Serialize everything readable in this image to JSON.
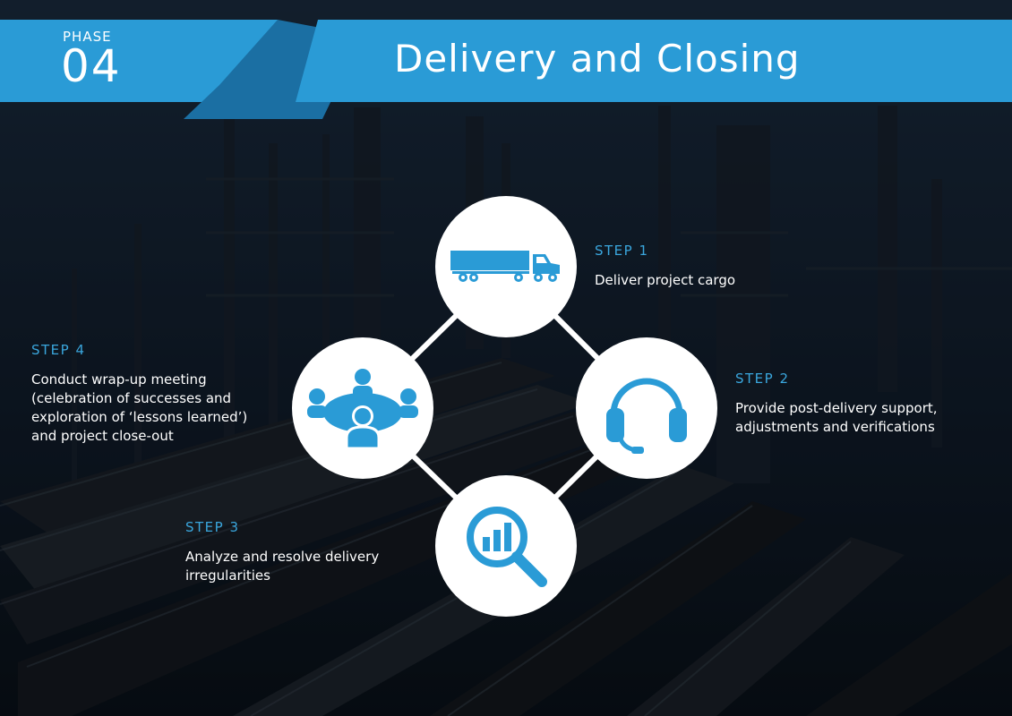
{
  "header": {
    "phase_label": "PHASE",
    "phase_number": "04",
    "title": "Delivery and Closing"
  },
  "steps": [
    {
      "label": "STEP 1",
      "text": "Deliver project cargo",
      "icon": "truck-icon"
    },
    {
      "label": "STEP 2",
      "text": "Provide post-delivery support,\nadjustments and verifications",
      "icon": "headset-icon"
    },
    {
      "label": "STEP 3",
      "text": "Analyze and resolve delivery\nirregularities",
      "icon": "magnifier-chart-icon"
    },
    {
      "label": "STEP 4",
      "text": "Conduct wrap-up meeting\n(celebration of successes and\nexploration of ‘lessons learned’)\nand project close-out",
      "icon": "meeting-group-icon"
    }
  ],
  "colors": {
    "accent": "#2a9bd6",
    "accent_dark": "#1f7fb8",
    "step_title": "#3aa6dd",
    "node_bg": "#ffffff",
    "background": "#0d1a26"
  }
}
